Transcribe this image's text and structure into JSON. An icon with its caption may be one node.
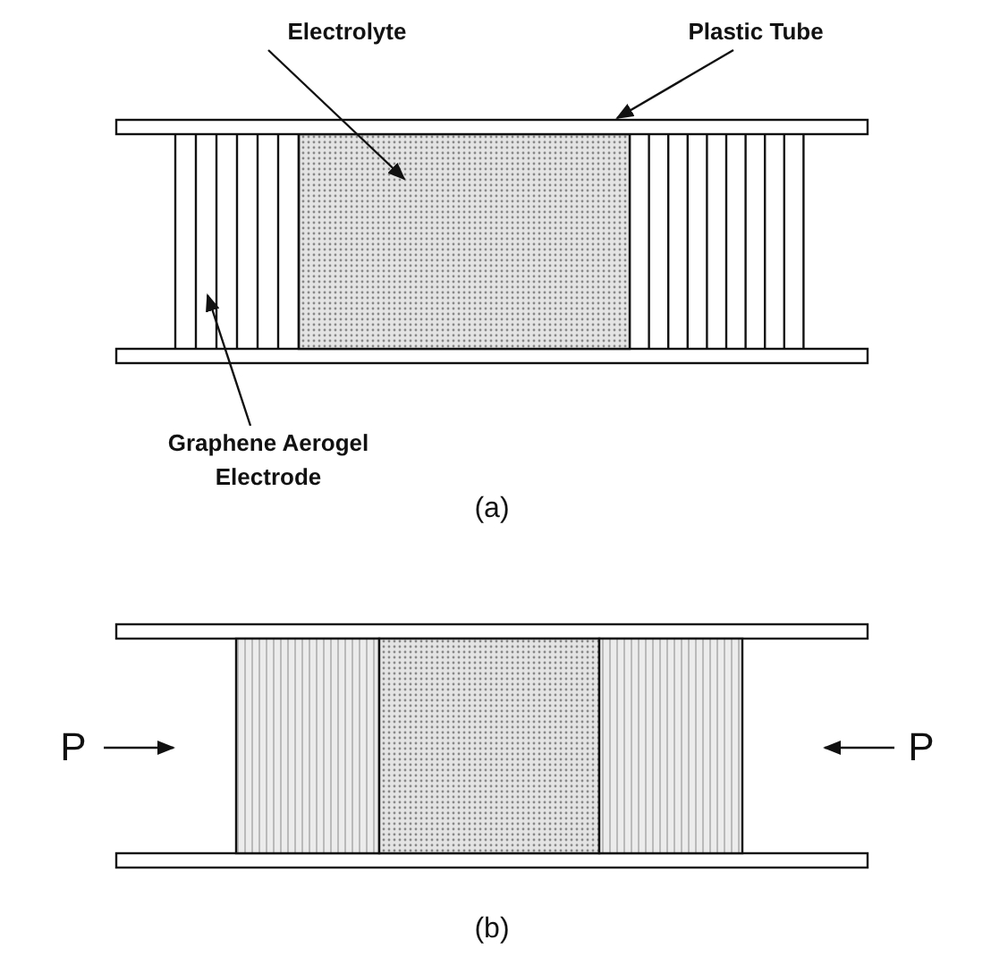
{
  "diagram": {
    "nodes": [
      {
        "text": [
          "Electrolyte"
        ]
      },
      {
        "text": [
          "Plastic Tube"
        ]
      },
      {
        "text": [],
        "shape": "box"
      },
      {
        "text": [],
        "shape": "bar"
      },
      {
        "text": [],
        "shape": "box"
      },
      {
        "text": [
          "Graphene Aerogel Electrode"
        ]
      }
    ],
    "edges": [
      {
        "from": 0,
        "to": 2,
        "arrow": "to"
      },
      {
        "from": 1,
        "to": 3,
        "arrow": "to"
      },
      {
        "from": 5,
        "to": 4,
        "arrow": "to"
      }
    ],
    "labels": [
      "(a)",
      "P",
      "P",
      "(b)"
    ]
  }
}
